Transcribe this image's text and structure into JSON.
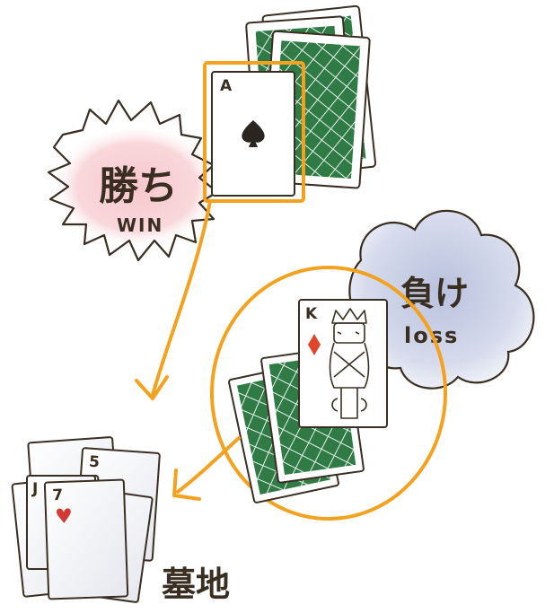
{
  "win": {
    "label_jp": "勝ち",
    "label_en": "WIN"
  },
  "lose": {
    "label_jp": "負け",
    "label_en": "loss"
  },
  "graveyard": {
    "label": "墓地"
  },
  "cards": {
    "ace": {
      "rank": "A",
      "suit": "spade-icon"
    },
    "king": {
      "rank": "K",
      "suit": "diamond-icon"
    },
    "grave_back": {
      "rank": "5"
    },
    "grave_left": {
      "rank": "J"
    },
    "grave_front": {
      "rank": "7",
      "suit": "heart-icon"
    }
  },
  "colors": {
    "highlight": "#f3a21f",
    "card_back": "#2f7a45",
    "outline": "#3a2e22",
    "win_burst": "#f6c7cc",
    "loss_cloud": "#c9cfe4",
    "diamond": "#e0462a",
    "heart": "#d23a35"
  }
}
